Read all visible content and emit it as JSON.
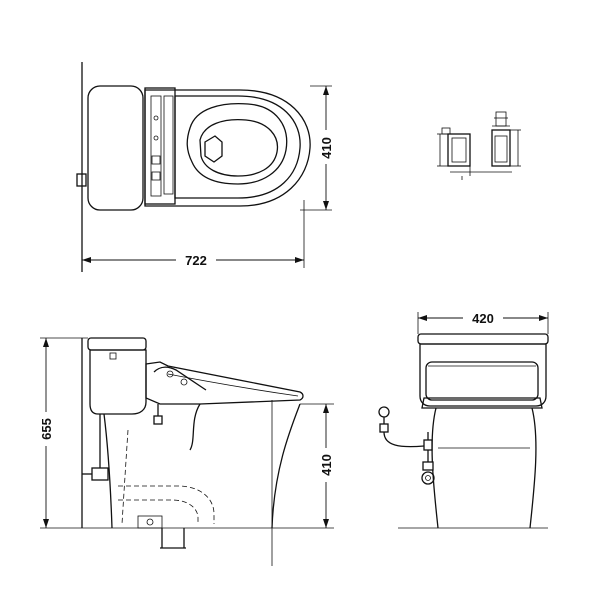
{
  "dimensions": {
    "top_length": "722",
    "top_depth": "410",
    "side_total_height": "655",
    "side_seat_height": "410",
    "front_width": "420"
  },
  "colors": {
    "line": "#111111",
    "background": "#ffffff"
  }
}
